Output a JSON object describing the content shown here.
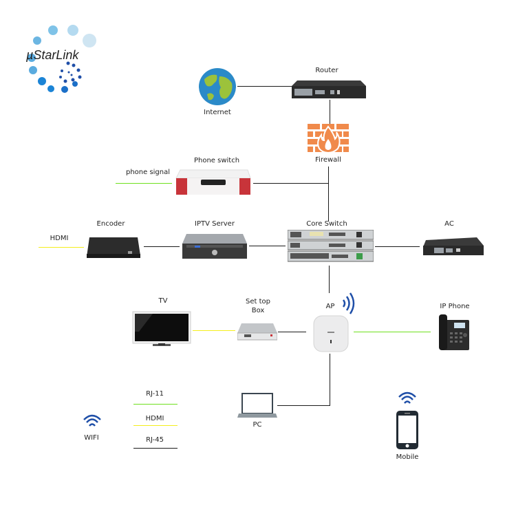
{
  "brand": {
    "name": "µStarLink"
  },
  "nodes": {
    "internet": {
      "label": "Internet",
      "icon": "globe-icon"
    },
    "router": {
      "label": "Router",
      "icon": "router-icon"
    },
    "firewall": {
      "label": "Firewall",
      "icon": "firewall-icon"
    },
    "phone_switch": {
      "label": "Phone switch",
      "icon": "phone-switch-icon"
    },
    "encoder": {
      "label": "Encoder",
      "icon": "encoder-icon"
    },
    "iptv_server": {
      "label": "IPTV Server",
      "icon": "server-icon"
    },
    "core_switch": {
      "label": "Core Switch",
      "icon": "core-switch-icon"
    },
    "ac": {
      "label": "AC",
      "icon": "ac-controller-icon"
    },
    "tv": {
      "label": "TV",
      "icon": "tv-icon"
    },
    "set_top_box": {
      "label_line1": "Set top",
      "label_line2": "Box",
      "icon": "set-top-box-icon"
    },
    "ap": {
      "label": "AP",
      "icon": "access-point-icon"
    },
    "ip_phone": {
      "label": "IP Phone",
      "icon": "ip-phone-icon"
    },
    "pc": {
      "label": "PC",
      "icon": "laptop-icon"
    },
    "mobile": {
      "label": "Mobile",
      "icon": "smartphone-icon"
    }
  },
  "signals": {
    "phone_signal": "phone signal",
    "hdmi_in": "HDMI"
  },
  "legend": {
    "wifi": "WIFI",
    "items": [
      {
        "label": "RJ-11",
        "color": "#6ee01c"
      },
      {
        "label": "HDMI",
        "color": "#f4ee1a"
      },
      {
        "label": "RJ-45",
        "color": "#1a1a1a"
      }
    ]
  },
  "colors": {
    "rj11": "#6ee01c",
    "hdmi": "#f4ee1a",
    "rj45": "#1a1a1a",
    "wifi_blue": "#1f4fa8",
    "firewall_orange": "#f08a4b"
  }
}
